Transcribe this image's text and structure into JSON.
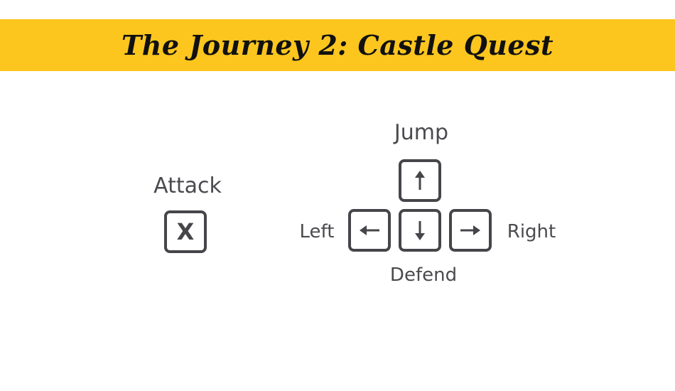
{
  "title": "The Journey 2: Castle Quest",
  "colors": {
    "banner": "#fcc61f",
    "key_stroke": "#45454a",
    "label_text": "#4a4a4f"
  },
  "controls": {
    "attack": {
      "label": "Attack",
      "key": "X"
    },
    "jump": {
      "label": "Jump",
      "key_icon": "arrow-up-icon"
    },
    "left": {
      "label": "Left",
      "key_icon": "arrow-left-icon"
    },
    "defend": {
      "label": "Defend",
      "key_icon": "arrow-down-icon"
    },
    "right": {
      "label": "Right",
      "key_icon": "arrow-right-icon"
    }
  }
}
